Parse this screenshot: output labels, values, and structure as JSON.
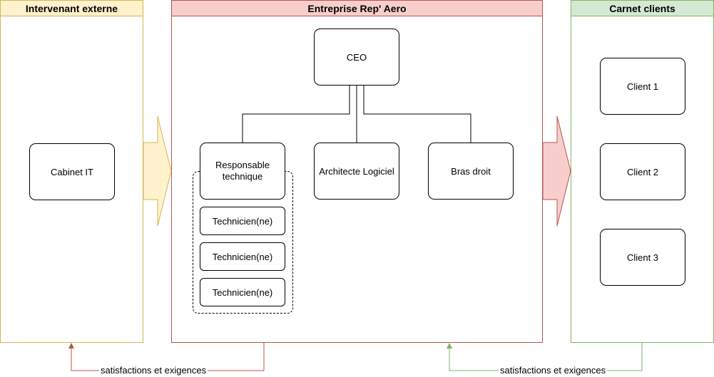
{
  "lanes": {
    "external": {
      "title": "Intervenant externe",
      "fill": "#fff2cc",
      "stroke": "#d6b656",
      "nodes": [
        "Cabinet IT"
      ]
    },
    "company": {
      "title": "Entreprise Rep' Aero",
      "fill": "#f8cecc",
      "stroke": "#b85450",
      "ceo": "CEO",
      "responsable": "Responsable technique",
      "architecte": "Architecte Logiciel",
      "bras_droit": "Bras droit",
      "technicians": [
        "Technicien(ne)",
        "Technicien(ne)",
        "Technicien(ne)"
      ]
    },
    "clients": {
      "title": "Carnet clients",
      "fill": "#d5e8d4",
      "stroke": "#82b366",
      "nodes": [
        "Client 1",
        "Client 2",
        "Client 3"
      ]
    }
  },
  "feedback": {
    "left_label": "satisfactions et exigences",
    "right_label": "satisfactions et exigences"
  }
}
